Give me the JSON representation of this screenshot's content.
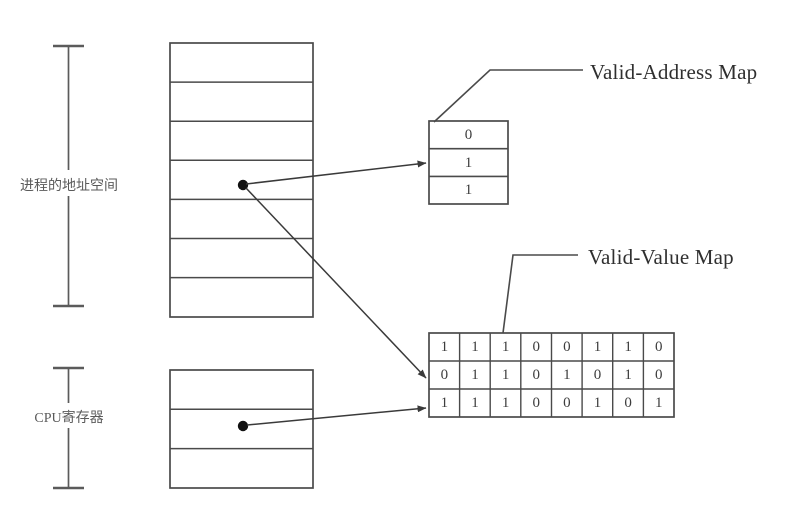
{
  "diagram": {
    "title_hidden": "",
    "side_labels": [
      {
        "id": "process-address-space",
        "text": "进程的地址空间"
      },
      {
        "id": "cpu-register",
        "text": "CPU寄存器"
      }
    ],
    "map_labels": [
      {
        "id": "valid-address-map",
        "text": "Valid-Address Map"
      },
      {
        "id": "valid-value-map",
        "text": "Valid-Value Map"
      }
    ],
    "address_space_column": {
      "name": "process-address-space-column",
      "row_count": 7,
      "marked_row": 4,
      "rows": [
        "",
        "",
        "",
        "",
        "",
        "",
        ""
      ]
    },
    "cpu_register_column": {
      "name": "cpu-register-column",
      "row_count": 3,
      "marked_row": 2,
      "rows": [
        "",
        "",
        ""
      ]
    },
    "valid_address_map": {
      "name": "valid-address-map-box",
      "values": [
        "0",
        "1",
        "1"
      ]
    },
    "valid_value_map": {
      "name": "valid-value-map-grid",
      "columns": 8,
      "rows": [
        [
          "1",
          "1",
          "1",
          "0",
          "0",
          "1",
          "1",
          "0"
        ],
        [
          "0",
          "1",
          "1",
          "0",
          "1",
          "0",
          "1",
          "0"
        ],
        [
          "1",
          "1",
          "1",
          "0",
          "0",
          "1",
          "0",
          "1"
        ]
      ]
    },
    "arrows": [
      {
        "id": "arrow-addr-space-to-valid-address-map",
        "from": "address-space-dot",
        "to": "valid-address-map-row-2"
      },
      {
        "id": "arrow-addr-space-to-valid-value-map",
        "from": "address-space-dot",
        "to": "valid-value-map-row-2"
      },
      {
        "id": "arrow-cpu-register-to-valid-value-map",
        "from": "cpu-register-dot",
        "to": "valid-value-map-row-3"
      }
    ],
    "colors": {
      "stroke": "#4a4a4a",
      "text": "#3d3d3d",
      "label": "#2f2f2f",
      "background": "#ffffff",
      "dot": "#111111"
    }
  }
}
